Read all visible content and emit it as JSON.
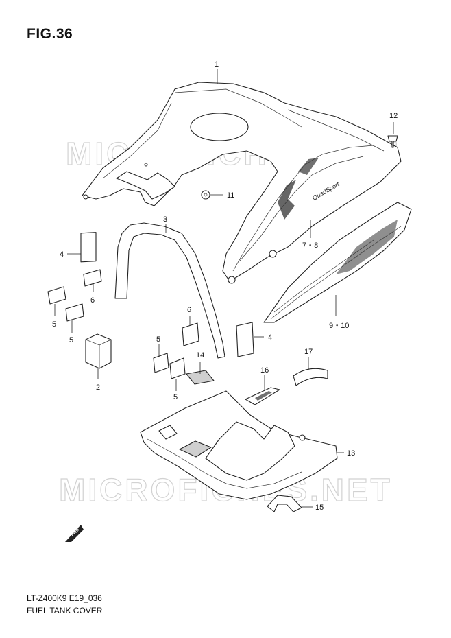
{
  "figure_title": "FIG.36",
  "model_code": "LT-Z400K9 E19_036",
  "caption": "FUEL TANK COVER",
  "watermark": "MICROFICHES.NET",
  "fwd_label": "FWD",
  "part_labels": {
    "p1": "1",
    "p2": "2",
    "p3": "3",
    "p4a": "4",
    "p4b": "4",
    "p5a": "5",
    "p5b": "5",
    "p5c": "5",
    "p5d": "5",
    "p6a": "6",
    "p6b": "6",
    "p78": "7・8",
    "p910": "9・10",
    "p11": "11",
    "p12": "12",
    "p13": "13",
    "p14": "14",
    "p15": "15",
    "p16": "16",
    "p17": "17"
  }
}
